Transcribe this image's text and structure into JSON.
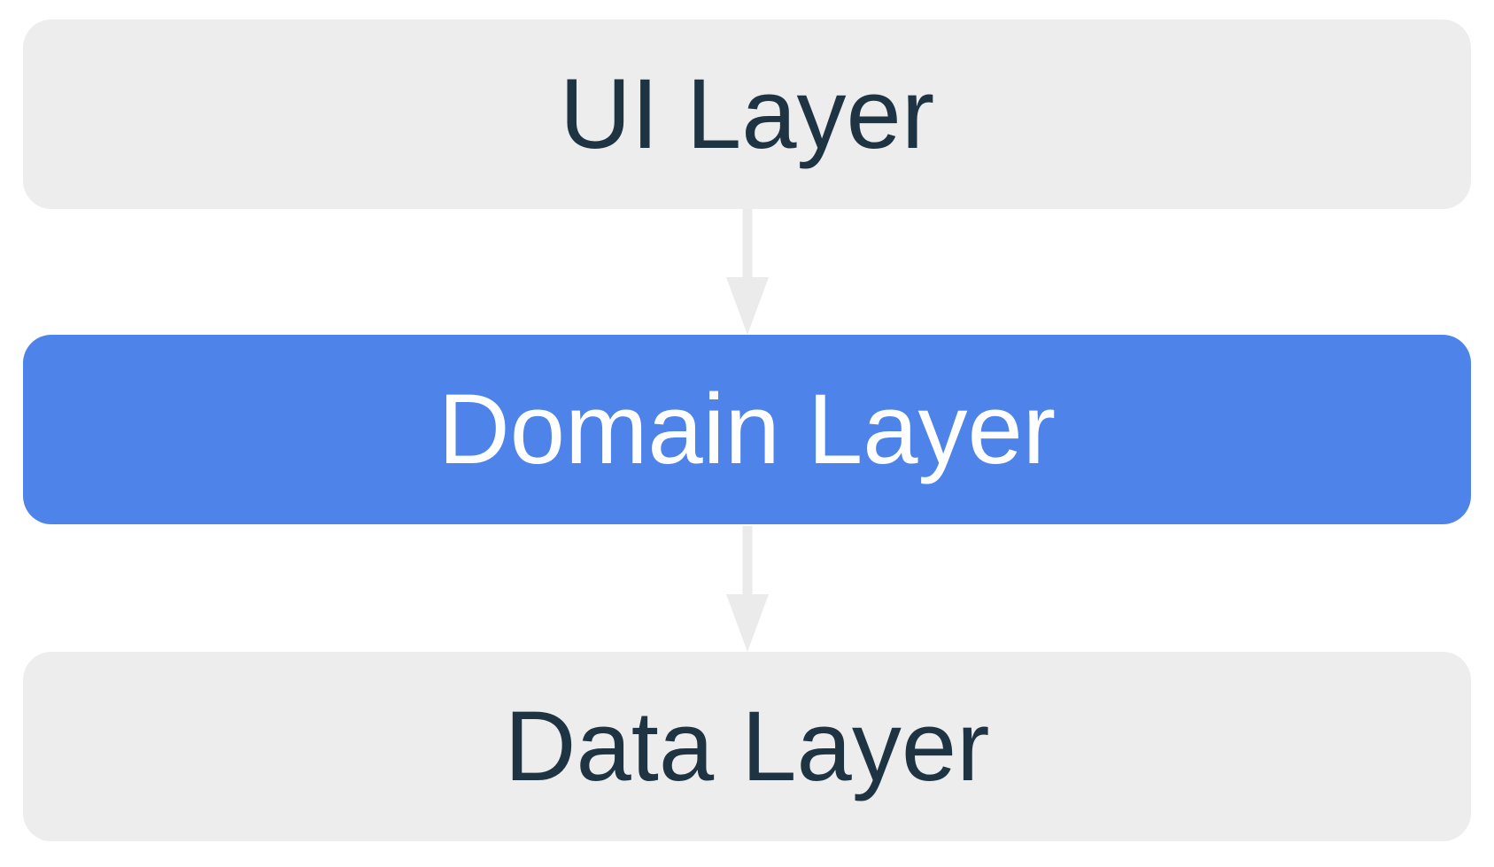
{
  "diagram": {
    "type": "layered-architecture",
    "layers": [
      {
        "id": "ui",
        "label": "UI Layer",
        "highlighted": false
      },
      {
        "id": "domain",
        "label": "Domain Layer",
        "highlighted": true
      },
      {
        "id": "data",
        "label": "Data Layer",
        "highlighted": false
      }
    ],
    "connectors": [
      {
        "from": "UI Layer",
        "to": "Domain Layer",
        "direction": "down"
      },
      {
        "from": "Domain Layer",
        "to": "Data Layer",
        "direction": "down"
      }
    ],
    "colors": {
      "background": "#ffffff",
      "layer_default_bg": "#ededed",
      "layer_highlight_bg": "#4e83ea",
      "label_dark": "#1f3443",
      "label_light": "#ffffff",
      "arrow": "#ebebeb"
    }
  }
}
